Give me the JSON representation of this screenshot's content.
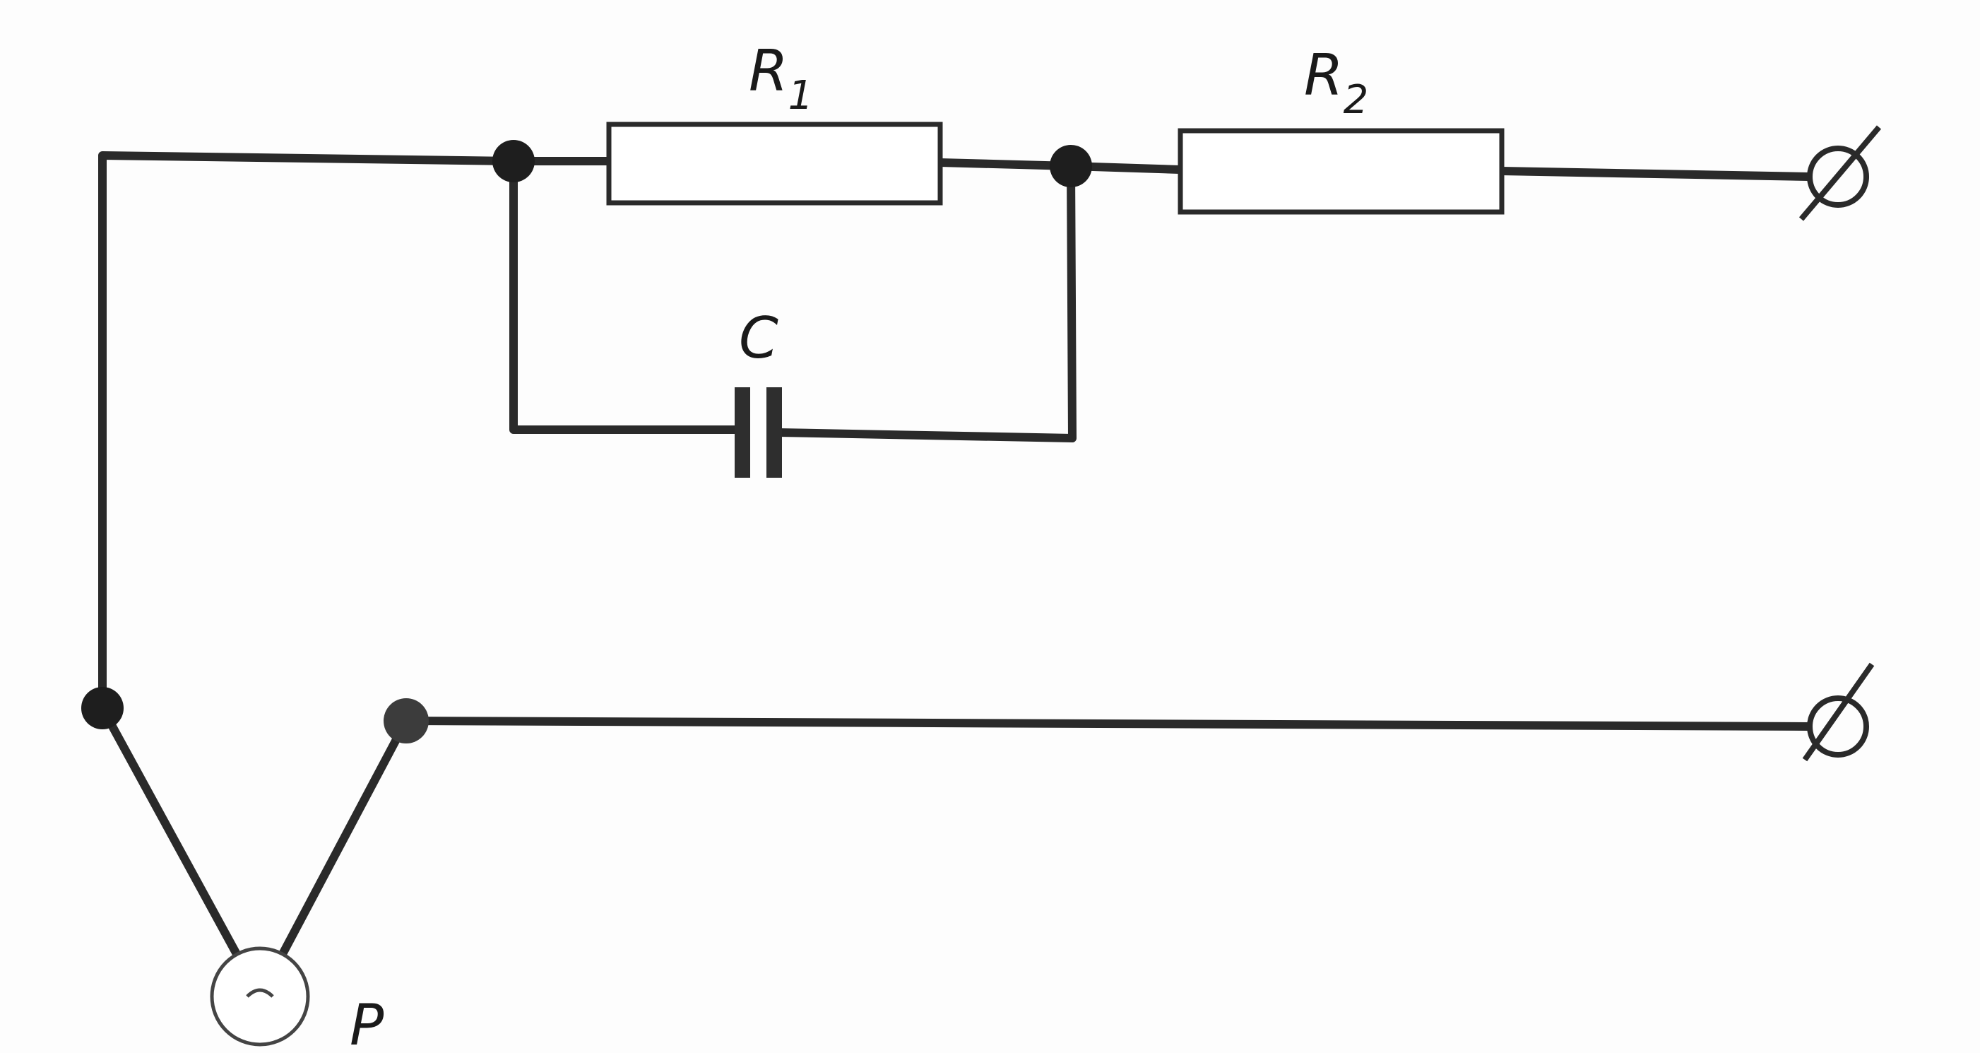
{
  "labels": {
    "r1_main": "R",
    "r1_sub": "1",
    "r2_main": "R",
    "r2_sub": "2",
    "capacitor": "C",
    "sensor": "P"
  },
  "components": {
    "resistor_1": "R1",
    "resistor_2": "R2",
    "capacitor": "C"
  }
}
